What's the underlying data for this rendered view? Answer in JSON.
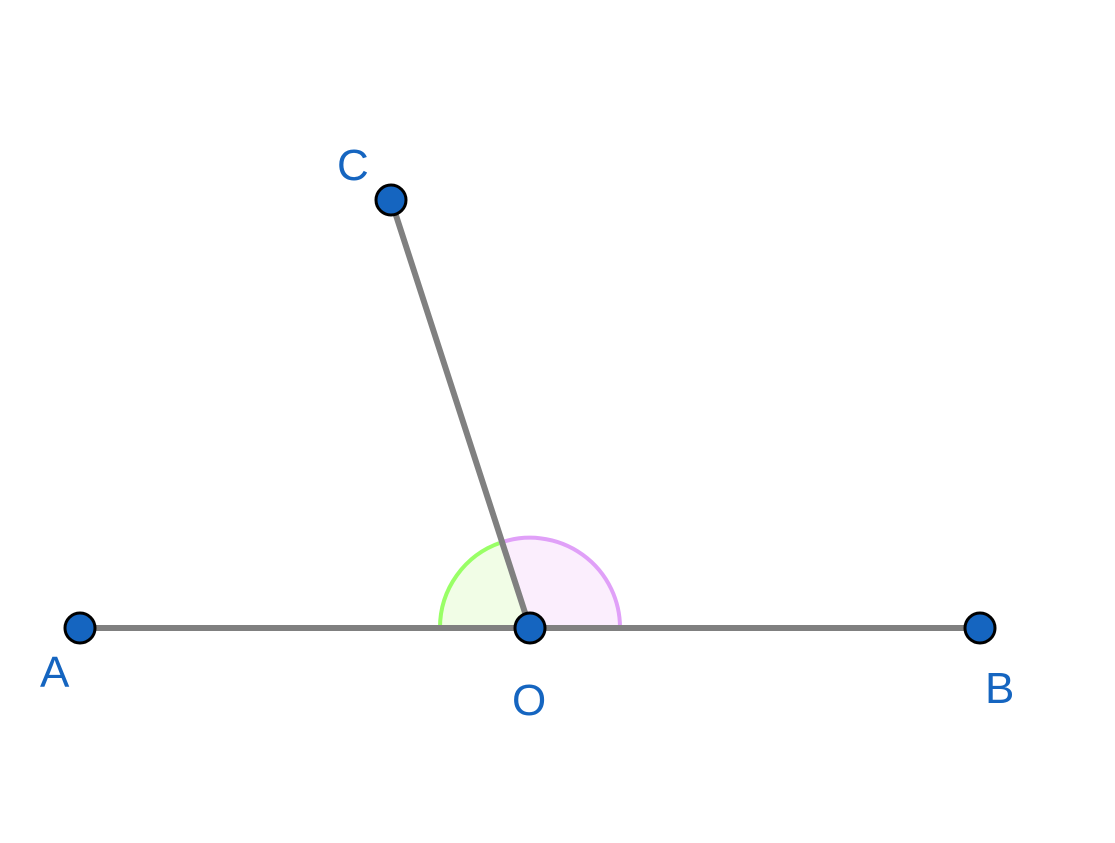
{
  "diagram": {
    "points": {
      "A": {
        "label": "A"
      },
      "B": {
        "label": "B"
      },
      "C": {
        "label": "C"
      },
      "O": {
        "label": "O"
      }
    },
    "segments": [
      "OA",
      "OB",
      "OC"
    ],
    "angles": [
      "AOC",
      "COB"
    ],
    "colors": {
      "segment": "#808080",
      "point_fill": "#1565c0",
      "point_stroke": "#000000",
      "label": "#1565c0",
      "angle_AOC_stroke": "#99ff66",
      "angle_AOC_fill": "#f1fde6",
      "angle_COB_stroke": "#e0a0f8",
      "angle_COB_fill": "#fbeefd"
    }
  }
}
